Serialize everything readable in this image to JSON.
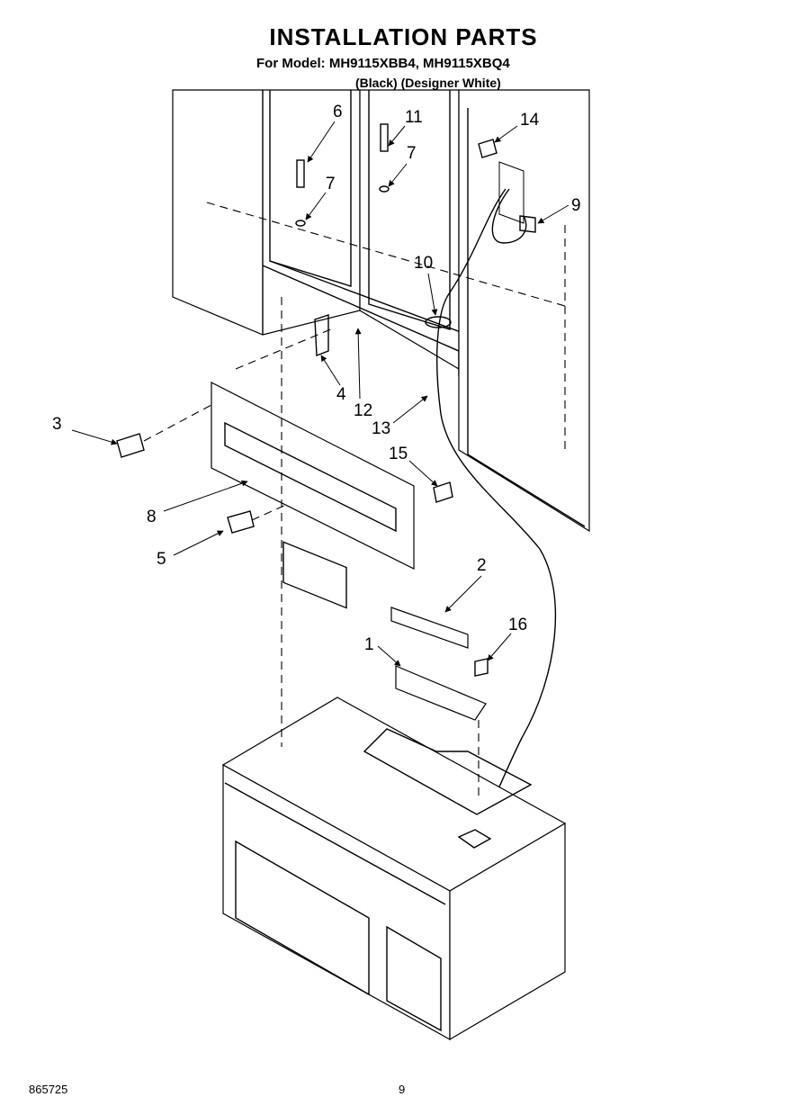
{
  "header": {
    "title": "INSTALLATION PARTS",
    "model_line": "For Model: MH9115XBB4, MH9115XBQ4",
    "variant_line": "(Black)   (Designer White)"
  },
  "callouts": [
    "1",
    "2",
    "3",
    "4",
    "5",
    "6",
    "7",
    "7",
    "8",
    "9",
    "10",
    "11",
    "12",
    "13",
    "14",
    "15",
    "16"
  ],
  "footer": {
    "doc_number": "865725",
    "page": "9"
  }
}
